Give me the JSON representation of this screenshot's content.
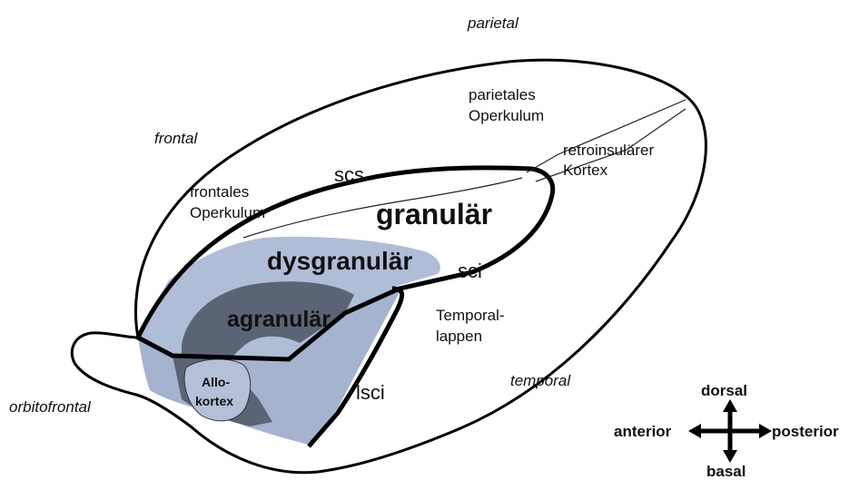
{
  "colors": {
    "outline": "#000000",
    "dysgranular_fill": "#b0bdd6",
    "agranular_fill": "#5b6474",
    "allokortex_fill": "#b5c0d8",
    "lower_insula_fill": "#a6b3ce",
    "background": "#ffffff"
  },
  "labels": {
    "parietal": "parietal",
    "frontal": "frontal",
    "temporal": "temporal",
    "orbitofrontal": "orbitofrontal",
    "parietales_operkulum_1": "parietales",
    "parietales_operkulum_2": "Operkulum",
    "frontales_operkulum_1": "frontales",
    "frontales_operkulum_2": "Operkulum",
    "retroinsular_1": "retroinsulärer",
    "retroinsular_2": "Kortex",
    "temporallappen_1": "Temporal-",
    "temporallappen_2": "lappen",
    "scs": "scs",
    "sci": "sci",
    "lsci": "lsci",
    "granular": "granulär",
    "dysgranular": "dysgranulär",
    "agranular": "agranulär",
    "allokortex_1": "Allo-",
    "allokortex_2": "kortex"
  },
  "compass": {
    "dorsal": "dorsal",
    "basal": "basal",
    "anterior": "anterior",
    "posterior": "posterior"
  }
}
